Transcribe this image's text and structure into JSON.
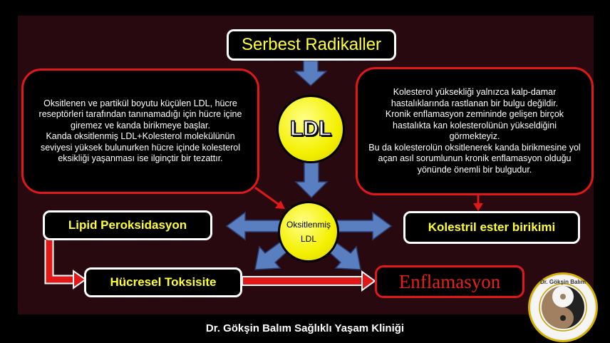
{
  "title": "Serbest Radikaller",
  "center_circle": "LDL",
  "small_circle": {
    "line1": "Oksitlenmiş",
    "line2": "LDL"
  },
  "left_info": "Oksitlenen ve partikül boyutu küçülen LDL, hücre reseptörleri tarafından tanınamadığı için hücre içine giremez ve kanda birikmeye başlar.\nKanda oksitlenmiş LDL+Kolesterol molekülünün seviyesi yüksek bulunurken hücre içinde kolesterol eksikliği yaşanması ise ilginçtir bir tezattır.",
  "right_info": "Kolesterol yüksekliği yalnızca kalp-damar hastalıklarında rastlanan bir bulgu değildir.\nKronik enflamasyon zemininde gelişen birçok hastalıkta kan kolesterolünün yükseldiğini görmekteyiz.\nBu da kolesterolün oksitlenerek kanda birikmesine yol açan asıl sorumlunun kronik enflamasyon olduğu yönünde önemli bir bulgudur.",
  "lipid_box": "Lipid Peroksidasyon",
  "ester_box": "Kolestril ester birikimi",
  "toxicity_box": "Hücresel Toksisite",
  "inflammation_box": "Enflamasyon",
  "footer": "Dr. Gökşin Balım Sağlıklı Yaşam Kliniği",
  "logo_text": "Dr. Gökşin Balım",
  "colors": {
    "accent_yellow": "#ffff33",
    "accent_red": "#e01818",
    "arrow_blue": "#5a7fc0",
    "background": "#290910"
  }
}
